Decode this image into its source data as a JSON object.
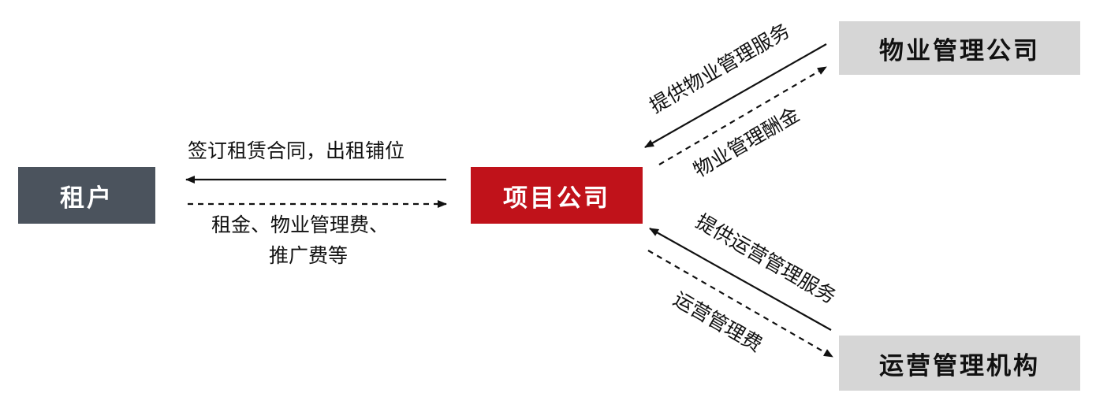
{
  "nodes": {
    "tenant": "租户",
    "project_company": "项目公司",
    "property_company": "物业管理公司",
    "operation_agency": "运营管理机构"
  },
  "edges": {
    "lease_label": "签订租赁合同，出租铺位",
    "rent_label_line1": "租金、物业管理费、",
    "rent_label_line2": "推广费等",
    "property_service_label": "提供物业管理服务",
    "property_fee_label": "物业管理酬金",
    "operation_service_label": "提供运营管理服务",
    "operation_fee_label": "运营管理费"
  },
  "colors": {
    "tenant_box": "#4b535d",
    "project_box": "#c0121a",
    "partner_box": "#d6d6d6",
    "arrow": "#111111"
  }
}
